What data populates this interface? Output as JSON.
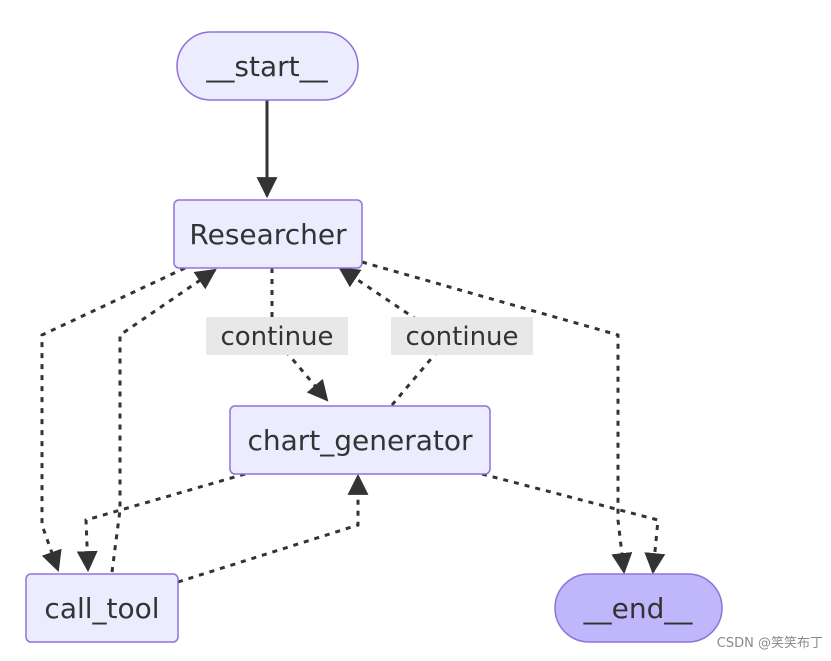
{
  "nodes": {
    "start": "__start__",
    "researcher": "Researcher",
    "chart_generator": "chart_generator",
    "call_tool": "call_tool",
    "end": "__end__"
  },
  "edge_labels": {
    "researcher_to_chart": "continue",
    "chart_to_researcher": "continue"
  },
  "watermark": "CSDN @笑笑布丁",
  "colors": {
    "node_fill": "#ECECFF",
    "node_border": "#9370DB",
    "end_fill": "#BFB6FC",
    "edge": "#333333",
    "label_bg": "#E8E8E8"
  }
}
